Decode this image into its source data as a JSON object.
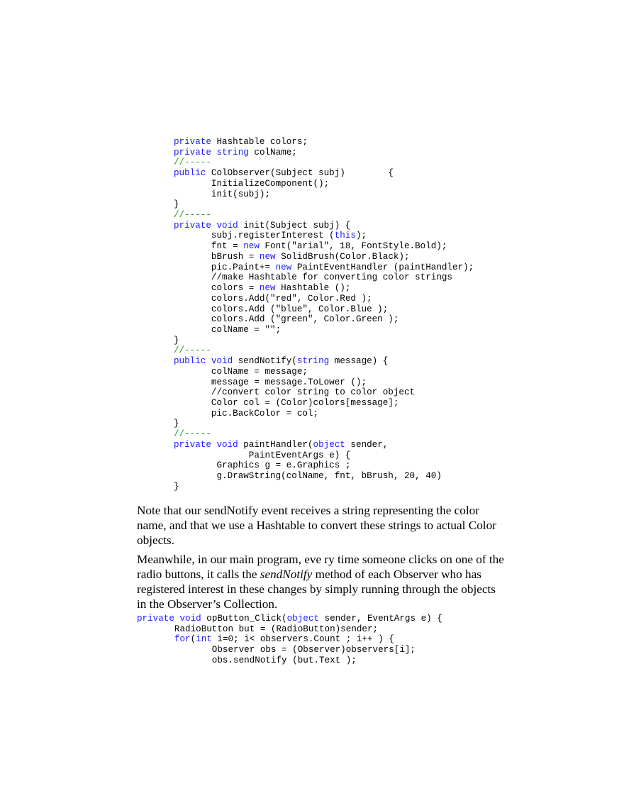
{
  "code_block_1": [
    [
      {
        "t": "private",
        "k": "kw"
      },
      {
        "t": " Hashtable colors;"
      }
    ],
    [
      {
        "t": "private",
        "k": "kw"
      },
      {
        "t": " "
      },
      {
        "t": "string",
        "k": "kw"
      },
      {
        "t": " colName;"
      }
    ],
    [
      {
        "t": "//-----",
        "k": "cm"
      }
    ],
    [
      {
        "t": "public",
        "k": "kw"
      },
      {
        "t": " ColObserver(Subject subj)        {"
      }
    ],
    [
      {
        "t": "       InitializeComponent();"
      }
    ],
    [
      {
        "t": "       init(subj);"
      }
    ],
    [
      {
        "t": "}"
      }
    ],
    [
      {
        "t": "//-----",
        "k": "cm"
      }
    ],
    [
      {
        "t": "private",
        "k": "kw"
      },
      {
        "t": " "
      },
      {
        "t": "void",
        "k": "kw"
      },
      {
        "t": " init(Subject subj) {"
      }
    ],
    [
      {
        "t": "       subj.registerInterest ("
      },
      {
        "t": "this",
        "k": "kw"
      },
      {
        "t": ");"
      }
    ],
    [
      {
        "t": "       fnt = "
      },
      {
        "t": "new",
        "k": "kw"
      },
      {
        "t": " Font(\"arial\", 18, FontStyle.Bold);"
      }
    ],
    [
      {
        "t": "       bBrush = "
      },
      {
        "t": "new",
        "k": "kw"
      },
      {
        "t": " SolidBrush(Color.Black);"
      }
    ],
    [
      {
        "t": "       pic.Paint+= "
      },
      {
        "t": "new",
        "k": "kw"
      },
      {
        "t": " PaintEventHandler (paintHandler);"
      }
    ],
    [
      {
        "t": "       //make Hashtable for converting color strings"
      }
    ],
    [
      {
        "t": "       colors = "
      },
      {
        "t": "new",
        "k": "kw"
      },
      {
        "t": " Hashtable ();"
      }
    ],
    [
      {
        "t": "       colors.Add(\"red\", Color.Red );"
      }
    ],
    [
      {
        "t": "       colors.Add (\"blue\", Color.Blue );"
      }
    ],
    [
      {
        "t": "       colors.Add (\"green\", Color.Green );"
      }
    ],
    [
      {
        "t": "       colName = \"\";"
      }
    ],
    [
      {
        "t": "}"
      }
    ],
    [
      {
        "t": "//-----",
        "k": "cm"
      }
    ],
    [
      {
        "t": "public",
        "k": "kw"
      },
      {
        "t": " "
      },
      {
        "t": "void",
        "k": "kw"
      },
      {
        "t": " sendNotify("
      },
      {
        "t": "string",
        "k": "kw"
      },
      {
        "t": " message) {"
      }
    ],
    [
      {
        "t": "       colName = message;"
      }
    ],
    [
      {
        "t": "       message = message.ToLower ();"
      }
    ],
    [
      {
        "t": "       //convert color string to color object"
      }
    ],
    [
      {
        "t": "       Color col = (Color)colors[message];"
      }
    ],
    [
      {
        "t": "       pic.BackColor = col;"
      }
    ],
    [
      {
        "t": "}"
      }
    ],
    [
      {
        "t": "//-----",
        "k": "cm"
      }
    ],
    [
      {
        "t": "private",
        "k": "kw"
      },
      {
        "t": " "
      },
      {
        "t": "void",
        "k": "kw"
      },
      {
        "t": " paintHandler("
      },
      {
        "t": "object",
        "k": "kw"
      },
      {
        "t": " sender,"
      }
    ],
    [
      {
        "t": "              PaintEventArgs e) {"
      }
    ],
    [
      {
        "t": "        Graphics g = e.Graphics ;"
      }
    ],
    [
      {
        "t": "        g.DrawString(colName, fnt, bBrush, 20, 40)"
      }
    ],
    [
      {
        "t": "}"
      }
    ]
  ],
  "paragraph_1": "Note that our sendNotify event receives a string representing the color name, and that we use a Hashtable to convert these strings to actual Color objects.",
  "paragraph_2": {
    "before": "Meanwhile, in our main program, eve ry time someone clicks on one of the radio buttons, it calls the ",
    "emphasis": "sendNotify",
    "after": " method of each Observer who has registered interest in these changes by simply running through the objects in the Observer’s Collection."
  },
  "code_block_2": [
    [
      {
        "t": "private",
        "k": "kw"
      },
      {
        "t": " "
      },
      {
        "t": "void",
        "k": "kw"
      },
      {
        "t": " opButton_Click("
      },
      {
        "t": "object",
        "k": "kw"
      },
      {
        "t": " sender, EventArgs e) {"
      }
    ],
    [
      {
        "t": "       RadioButton but = (RadioButton)sender;"
      }
    ],
    [
      {
        "t": "       "
      },
      {
        "t": "for",
        "k": "kw"
      },
      {
        "t": "("
      },
      {
        "t": "int",
        "k": "kw"
      },
      {
        "t": " i=0; i< observers.Count ; i++ ) {"
      }
    ],
    [
      {
        "t": "              Observer obs = (Observer)observers[i];"
      }
    ],
    [
      {
        "t": "              obs.sendNotify (but.Text );"
      }
    ]
  ],
  "colors": {
    "keyword": "#1a1aff",
    "comment": "#1a9a1a",
    "text": "#000000",
    "background": "#ffffff"
  }
}
